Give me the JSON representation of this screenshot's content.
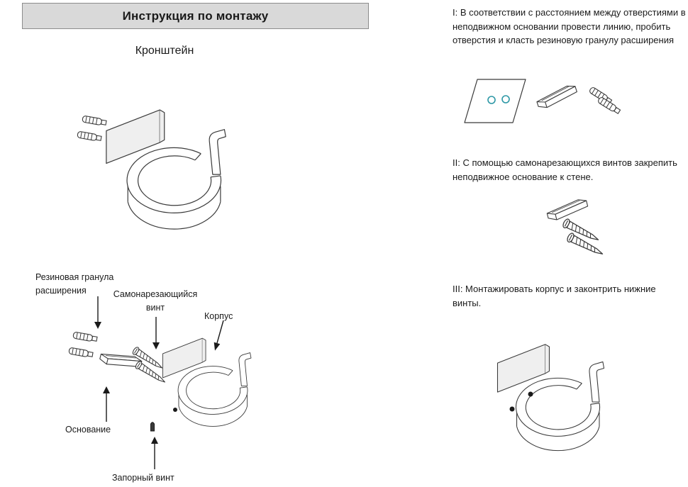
{
  "colors": {
    "hole": "#2e98a6",
    "header_bg": "#d9d9d9",
    "line": "#3a3a3a"
  },
  "header": {
    "title": "Инструкция по монтажу"
  },
  "left": {
    "subtitle": "Кронштейн",
    "labels": {
      "dowel": "Резиновая гранула\nрасширения",
      "screw": "Самонарезающийся\nвинт",
      "body": "Корпус",
      "base": "Основание",
      "lock_screw": "Запорный винт"
    }
  },
  "steps": [
    {
      "text": "I: В соответствии с расстоянием между отверстиями в неподвижном основании провести линию, пробить отверстия и класть резиновую гранулу расширения"
    },
    {
      "text": "II: С помощью самонарезающихся винтов закрепить неподвижное основание к стене."
    },
    {
      "text": "III: Монтажировать корпус и законтрить нижние винты."
    }
  ]
}
